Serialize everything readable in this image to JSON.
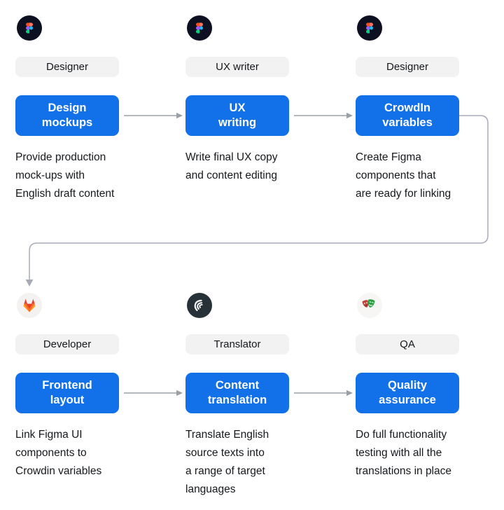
{
  "colors": {
    "accent_blue": "#1271e9",
    "pill_bg": "#f2f2f2",
    "text_color": "#15181c",
    "connector_gray": "#9aa0a6",
    "wrap_connector": "#a7abb6"
  },
  "steps": [
    {
      "icon": "figma-icon",
      "role": "Designer",
      "action": "Design\nmockups",
      "description": "Provide production\nmock-ups with\nEnglish draft content"
    },
    {
      "icon": "figma-icon",
      "role": "UX writer",
      "action": "UX\nwriting",
      "description": "Write final UX copy\nand content editing"
    },
    {
      "icon": "figma-icon",
      "role": "Designer",
      "action": "CrowdIn\nvariables",
      "description": "Create Figma\ncomponents that\nare ready for linking"
    },
    {
      "icon": "gitlab-icon",
      "role": "Developer",
      "action": "Frontend\nlayout",
      "description": "Link Figma UI\ncomponents to\nCrowdin variables"
    },
    {
      "icon": "crowdin-icon",
      "role": "Translator",
      "action": "Content\ntranslation",
      "description": "Translate English\nsource texts into\na range of target\nlanguages"
    },
    {
      "icon": "theater-masks-icon",
      "role": "QA",
      "action": "Quality\nassurance",
      "description": "Do full functionality\ntesting with all the\ntranslations in place"
    }
  ]
}
